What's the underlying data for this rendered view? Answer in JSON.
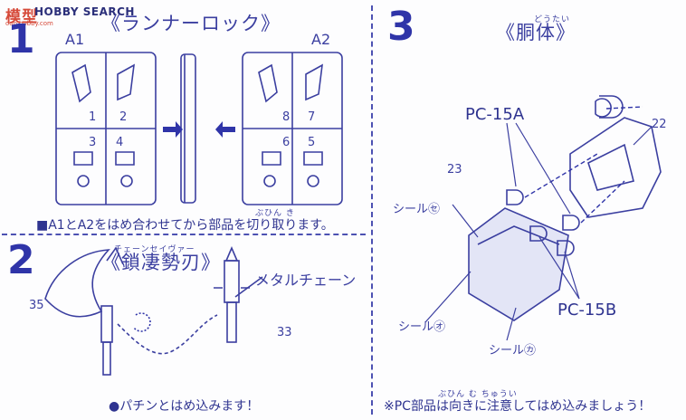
{
  "watermark": {
    "logo": "模型",
    "text": "HOBBY SEARCH",
    "url": "ooo.hobby.com"
  },
  "step1": {
    "number": "1",
    "title": "《ランナーロック》",
    "runner_left": "A1",
    "runner_right": "A2",
    "left_parts": [
      "1",
      "2",
      "3",
      "4"
    ],
    "right_parts": [
      "8",
      "7",
      "6",
      "5"
    ],
    "note": "■A1とA2をはめ合わせてから部品を切り取ります。",
    "note_ruby": "ぶひん き"
  },
  "step2": {
    "number": "2",
    "title": "《鎖凄勢刃》",
    "title_ruby": "チェーンセイヴァー",
    "chain_label": "メタルチェーン",
    "part_left": "35",
    "part_right": "33",
    "note": "●パチンとはめ込みます！"
  },
  "step3": {
    "number": "3",
    "title": "《胴体》",
    "title_ruby": "どうたい",
    "pc_a": "PC-15A",
    "pc_b": "PC-15B",
    "part_22": "22",
    "part_23": "23",
    "seal_se": "シール㋝",
    "seal_o": "シール㋔",
    "seal_ka": "シール㋕",
    "note": "※PC部品は向きに注意してはめ込みましょう！",
    "note_ruby": "ぶひん む ちゅうい"
  }
}
